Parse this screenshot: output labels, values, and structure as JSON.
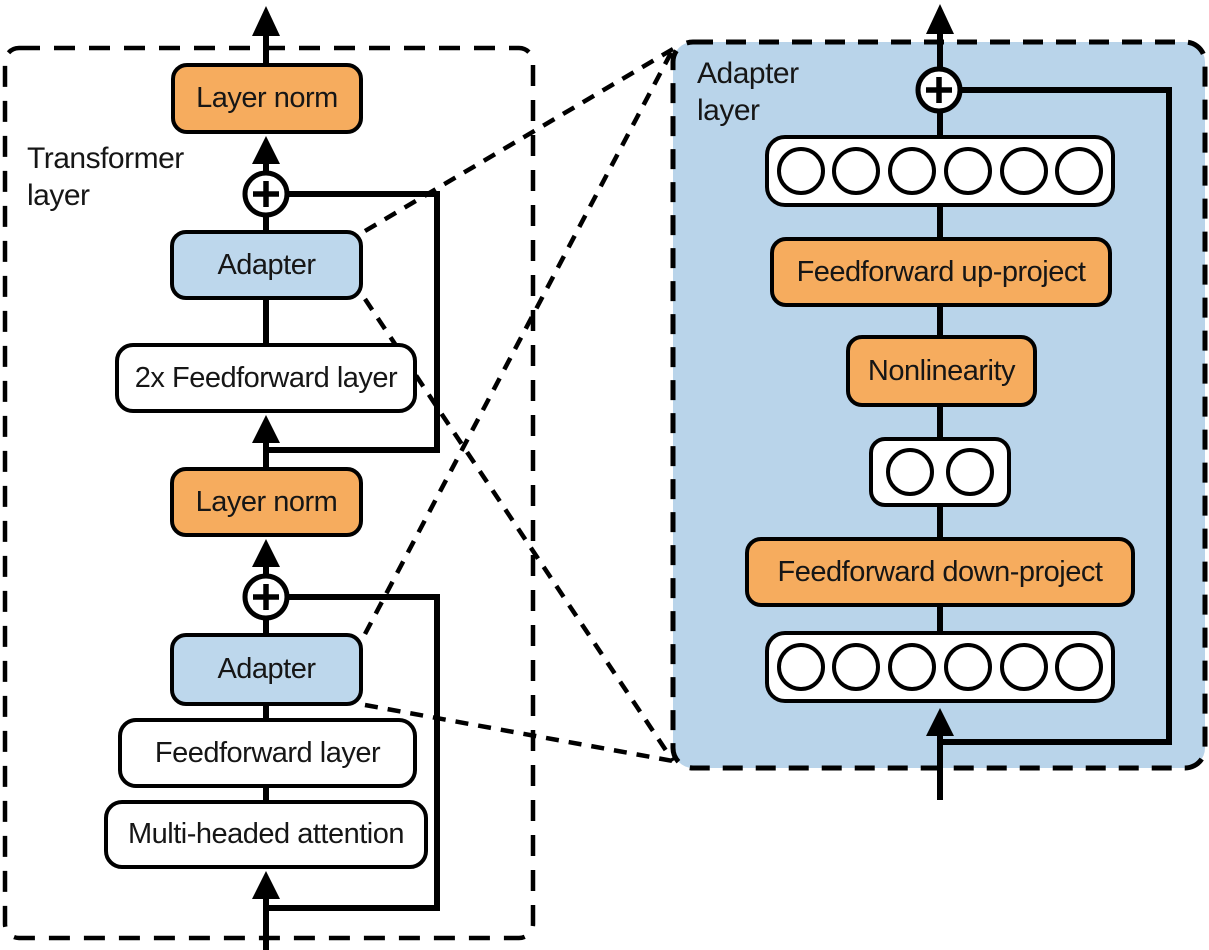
{
  "colors": {
    "orange": "#f6ac5e",
    "blue_box": "#bdd7ec",
    "panel_blue": "#b9d4ea",
    "text": "#161616",
    "line": "#000000"
  },
  "transformer": {
    "label": "Transformer\nlayer",
    "layer_norm_top": "Layer norm",
    "adapter_top": "Adapter",
    "feedforward_2x": "2x Feedforward layer",
    "layer_norm_bottom": "Layer norm",
    "adapter_bottom": "Adapter",
    "feedforward": "Feedforward layer",
    "multi_head_attention": "Multi-headed attention"
  },
  "adapter_panel": {
    "label": "Adapter\nlayer",
    "feedforward_up": "Feedforward up-project",
    "nonlinearity": "Nonlinearity",
    "feedforward_down": "Feedforward down-project",
    "node_rows": {
      "top_count": 6,
      "bottleneck_count": 2,
      "bottom_count": 6
    }
  }
}
